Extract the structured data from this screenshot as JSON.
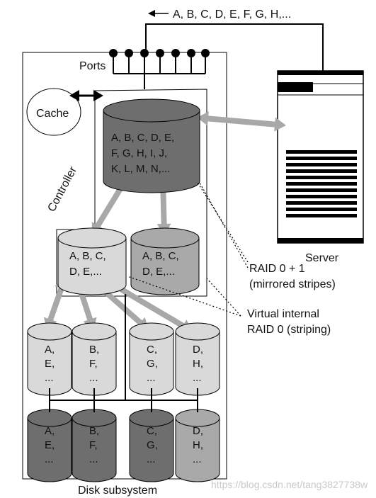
{
  "top_sequence": "A, B, C, D, E, F, G, H,...",
  "ports_label": "Ports",
  "cache_label": "Cache",
  "controller_label": "Controller",
  "server_label": "Server",
  "disk_subsystem_label": "Disk subsystem",
  "raid01_label": {
    "line1": "RAID 0 + 1",
    "line2": "(mirrored stripes)"
  },
  "raid0_label": {
    "line1": "Virtual internal",
    "line2": "RAID 0 (striping)"
  },
  "top_virtual_disk": {
    "lines": [
      "A, B, C, D, E,",
      "F, G, H, I, J,",
      "K, L, M, N,..."
    ]
  },
  "mirror_disks": [
    {
      "lines": [
        "A, B, C,",
        "D, E,..."
      ],
      "shade": "light"
    },
    {
      "lines": [
        "A, B, C,",
        "D, E,..."
      ],
      "shade": "mid"
    }
  ],
  "physical_disks_row1": [
    {
      "lines": [
        "A,",
        "E,",
        "..."
      ]
    },
    {
      "lines": [
        "B,",
        "F,",
        "..."
      ]
    },
    {
      "lines": [
        "C,",
        "G,",
        "..."
      ]
    },
    {
      "lines": [
        "D,",
        "H,",
        "..."
      ]
    }
  ],
  "physical_disks_row2": [
    {
      "lines": [
        "A,",
        "E,",
        "..."
      ]
    },
    {
      "lines": [
        "B,",
        "F,",
        "..."
      ]
    },
    {
      "lines": [
        "C,",
        "G,",
        "..."
      ]
    },
    {
      "lines": [
        "D,",
        "H,",
        "..."
      ]
    }
  ],
  "watermark": "https://blog.csdn.net/tang3827738w",
  "colors": {
    "dark_disk": "#6e6e6e",
    "mid_disk": "#a9a9a9",
    "light_disk": "#d9d9d9",
    "arrow": "#a8a8a8",
    "line": "#000000"
  }
}
